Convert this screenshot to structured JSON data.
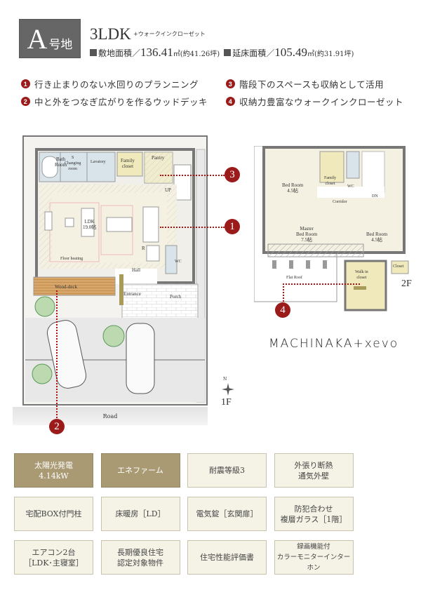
{
  "header": {
    "lot_letter": "A",
    "lot_suffix": "号地",
    "layout_type": "3LDK",
    "layout_extra": "+ウォークインクローゼット",
    "site_area_label": "敷地面積／",
    "site_area_value": "136.41",
    "site_area_unit": "㎡(約41.26坪)",
    "floor_area_label": "延床面積／",
    "floor_area_value": "105.49",
    "floor_area_unit": "㎡(約31.91坪)"
  },
  "features": [
    {
      "num": "1",
      "text": "行き止まりのない水回りのプランニング"
    },
    {
      "num": "3",
      "text": "階段下のスペースも収納として活用"
    },
    {
      "num": "2",
      "text": "中と外をつなぎ広がりを作るウッドデッキ"
    },
    {
      "num": "4",
      "text": "収納力豊富なウォークインクローゼット"
    }
  ],
  "floor1": {
    "label": "1F",
    "road": "Road",
    "compass": "N",
    "rooms": {
      "bath": "Bath\nRoom",
      "changing": "S\nChanging\nroom",
      "lavatory": "Lavatory",
      "family_closet": "Family\ncloset",
      "pantry": "Pantry",
      "up": "UP",
      "ldk": "LDK\n19.0帖",
      "r": "R",
      "floor_heating": "Floor heating",
      "hall": "Hall",
      "wc": "WC",
      "wood_deck": "Wood-deck",
      "entrance": "Entrance",
      "porch": "Porch"
    },
    "callouts": [
      "3",
      "1",
      "2"
    ]
  },
  "floor2": {
    "label": "2F",
    "rooms": {
      "bed1": "Bed Room\n4.5帖",
      "family_closet": "Family\ncloset",
      "wc": "WC",
      "dn": "DN",
      "corridor": "Corridor",
      "master": "Master\nBed Room\n7.5帖",
      "bed2": "Bed Room\n4.5帖",
      "closet": "Closet",
      "walk_in": "Walk in\ncloset",
      "flat_roof": "Flat Roof"
    },
    "callouts": [
      "4"
    ]
  },
  "brand": "MACHINAKA+xevo",
  "specs": [
    {
      "text": "太陽光発電\n4.14kW",
      "style": "dark"
    },
    {
      "text": "エネファーム",
      "style": "dark"
    },
    {
      "text": "耐震等級3",
      "style": "light"
    },
    {
      "text": "外張り断熱\n通気外壁",
      "style": "light"
    },
    {
      "text": "宅配BOX付門柱",
      "style": "light"
    },
    {
      "text": "床暖房［LD］",
      "style": "light"
    },
    {
      "text": "電気錠［玄関扉］",
      "style": "light"
    },
    {
      "text": "防犯合わせ\n複層ガラス［1階］",
      "style": "light"
    },
    {
      "text": "エアコン2台\n［LDK･主寝室］",
      "style": "light"
    },
    {
      "text": "長期優良住宅\n認定対象物件",
      "style": "light"
    },
    {
      "text": "住宅性能評価書",
      "style": "light"
    },
    {
      "text": "録画機能付\nカラーモニターインターホン",
      "style": "light"
    }
  ],
  "colors": {
    "accent_red": "#9b1a1a",
    "spec_dark": "#a99a74",
    "spec_light": "#f5f2e6",
    "badge_gray": "#666666"
  }
}
